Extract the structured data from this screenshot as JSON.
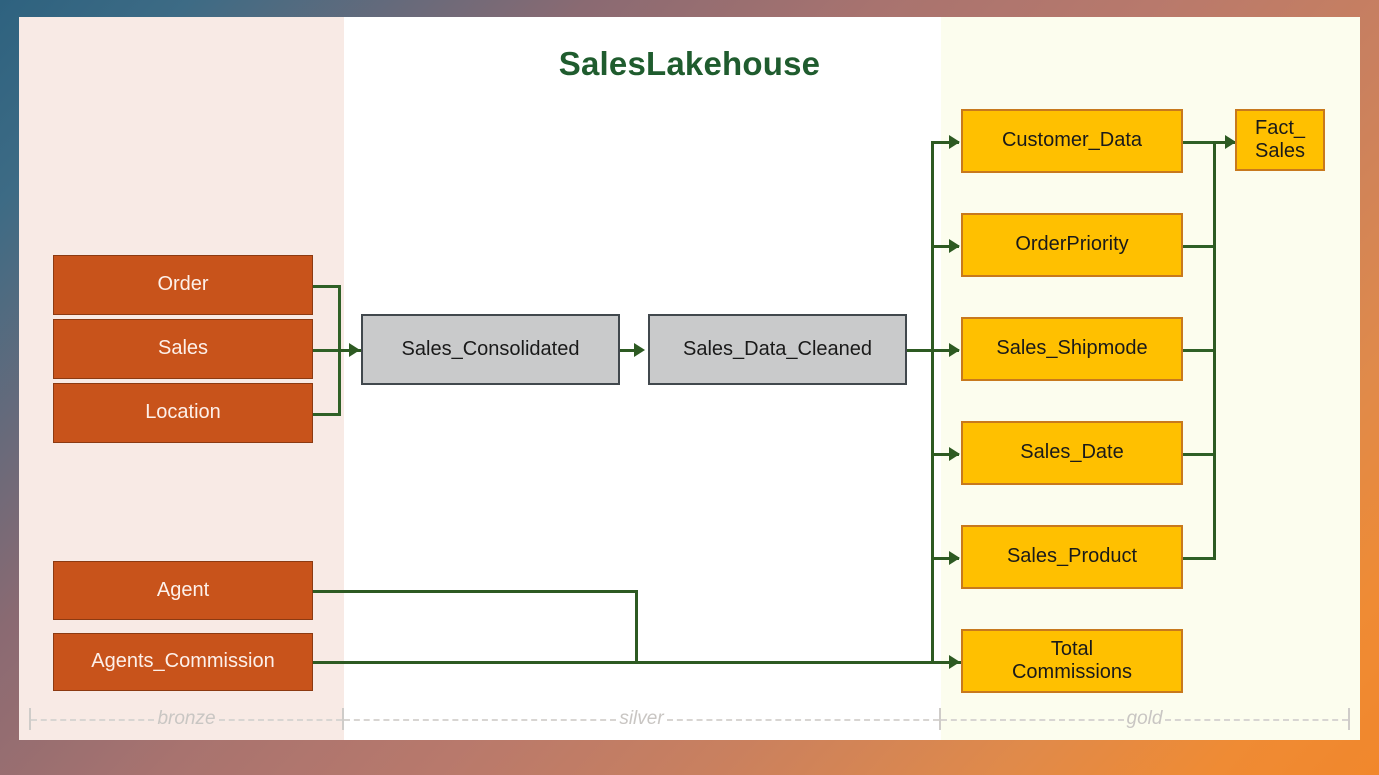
{
  "diagram": {
    "title": "SalesLakehouse",
    "zones": [
      {
        "id": "bronze",
        "label": "bronze",
        "bg": "#f8eae5"
      },
      {
        "id": "silver",
        "label": "silver",
        "bg": "#ffffff"
      },
      {
        "id": "gold",
        "label": "gold",
        "bg": "#fcfdee"
      }
    ],
    "colors": {
      "title": "#1f5c2e",
      "bronze_box": "#c8531b",
      "silver_box": "#c9cacb",
      "gold_box": "#ffc000",
      "connector": "#2d5a22"
    },
    "bronze_nodes": [
      {
        "id": "order",
        "label": "Order"
      },
      {
        "id": "sales",
        "label": "Sales"
      },
      {
        "id": "location",
        "label": "Location"
      },
      {
        "id": "agent",
        "label": "Agent"
      },
      {
        "id": "agents_commission",
        "label": "Agents_Commission"
      }
    ],
    "silver_nodes": [
      {
        "id": "sales_consolidated",
        "label": "Sales_Consolidated"
      },
      {
        "id": "sales_data_cleaned",
        "label": "Sales_Data_Cleaned"
      }
    ],
    "gold_nodes": [
      {
        "id": "customer_data",
        "label": "Customer_Data"
      },
      {
        "id": "order_priority",
        "label": "OrderPriority"
      },
      {
        "id": "sales_shipmode",
        "label": "Sales_Shipmode"
      },
      {
        "id": "sales_date",
        "label": "Sales_Date"
      },
      {
        "id": "sales_product",
        "label": "Sales_Product"
      },
      {
        "id": "total_commissions_line1",
        "label": "Total"
      },
      {
        "id": "total_commissions_line2",
        "label": "Commissions"
      },
      {
        "id": "fact_sales_line1",
        "label": "Fact_"
      },
      {
        "id": "fact_sales_line2",
        "label": "Sales"
      }
    ]
  }
}
